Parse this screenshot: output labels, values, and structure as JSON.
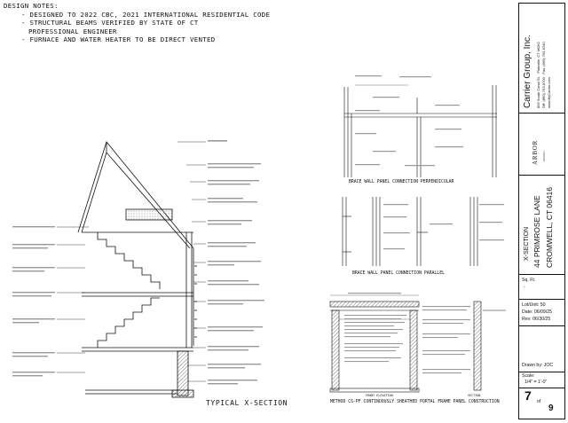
{
  "design_notes": {
    "heading": "DESIGN NOTES:",
    "lines": [
      "- DESIGNED TO 2022 CBC, 2021 INTERNATIONAL RESIDENTIAL CODE",
      "- STRUCTURAL BEAMS VERIFIED BY STATE OF CT",
      "PROFESSIONAL ENGINEER",
      "- FURNACE AND WATER HEATER TO BE DIRECT VENTED"
    ]
  },
  "captions": {
    "typical_section": "TYPICAL X-SECTION",
    "brace_perpendicular": "BRACE WALL PANEL CONNECTION PERPENDICULAR",
    "brace_parallel": "BRACE WALL PANEL CONNECTION PARALLEL",
    "portal_frame": "METHOD CS-PF CONTINUOUSLY SHEATHED PORTAL FRAME PANEL CONSTRUCTION",
    "front_elevation": "FRONT ELEVATION",
    "section": "SECTION"
  },
  "title_block": {
    "company": "Carrier Group, Inc.",
    "address_lines": [
      "856 South Canal St. · Plainville, CT 06062",
      "Off: (860) 793-8700 · Fax: (860) 793-6240",
      "www.ByCarrier.com"
    ],
    "brand": "ARBOR",
    "brand_sub": "DESIGN",
    "sheet_title": "X-SECTION",
    "street": "44 PRIMROSE LANE",
    "city": "CROMWELL, CT 06416",
    "sq_ft_label": "Sq. Ft.",
    "sq_ft_value": "-",
    "lot": "Lot/Unit: 50",
    "date": "Date: 06/09/25",
    "rev": "Rev: 06/30/25",
    "drawn_by": "Drawn by: JOC",
    "scale_label": "Scale:",
    "scale_value": "1/4\" = 1'-0\"",
    "sheet_number": "7",
    "of_label": "of",
    "total_sheets": "9"
  },
  "colors": {
    "ink": "#111111",
    "paper": "#ffffff",
    "hatch": "#555555"
  }
}
